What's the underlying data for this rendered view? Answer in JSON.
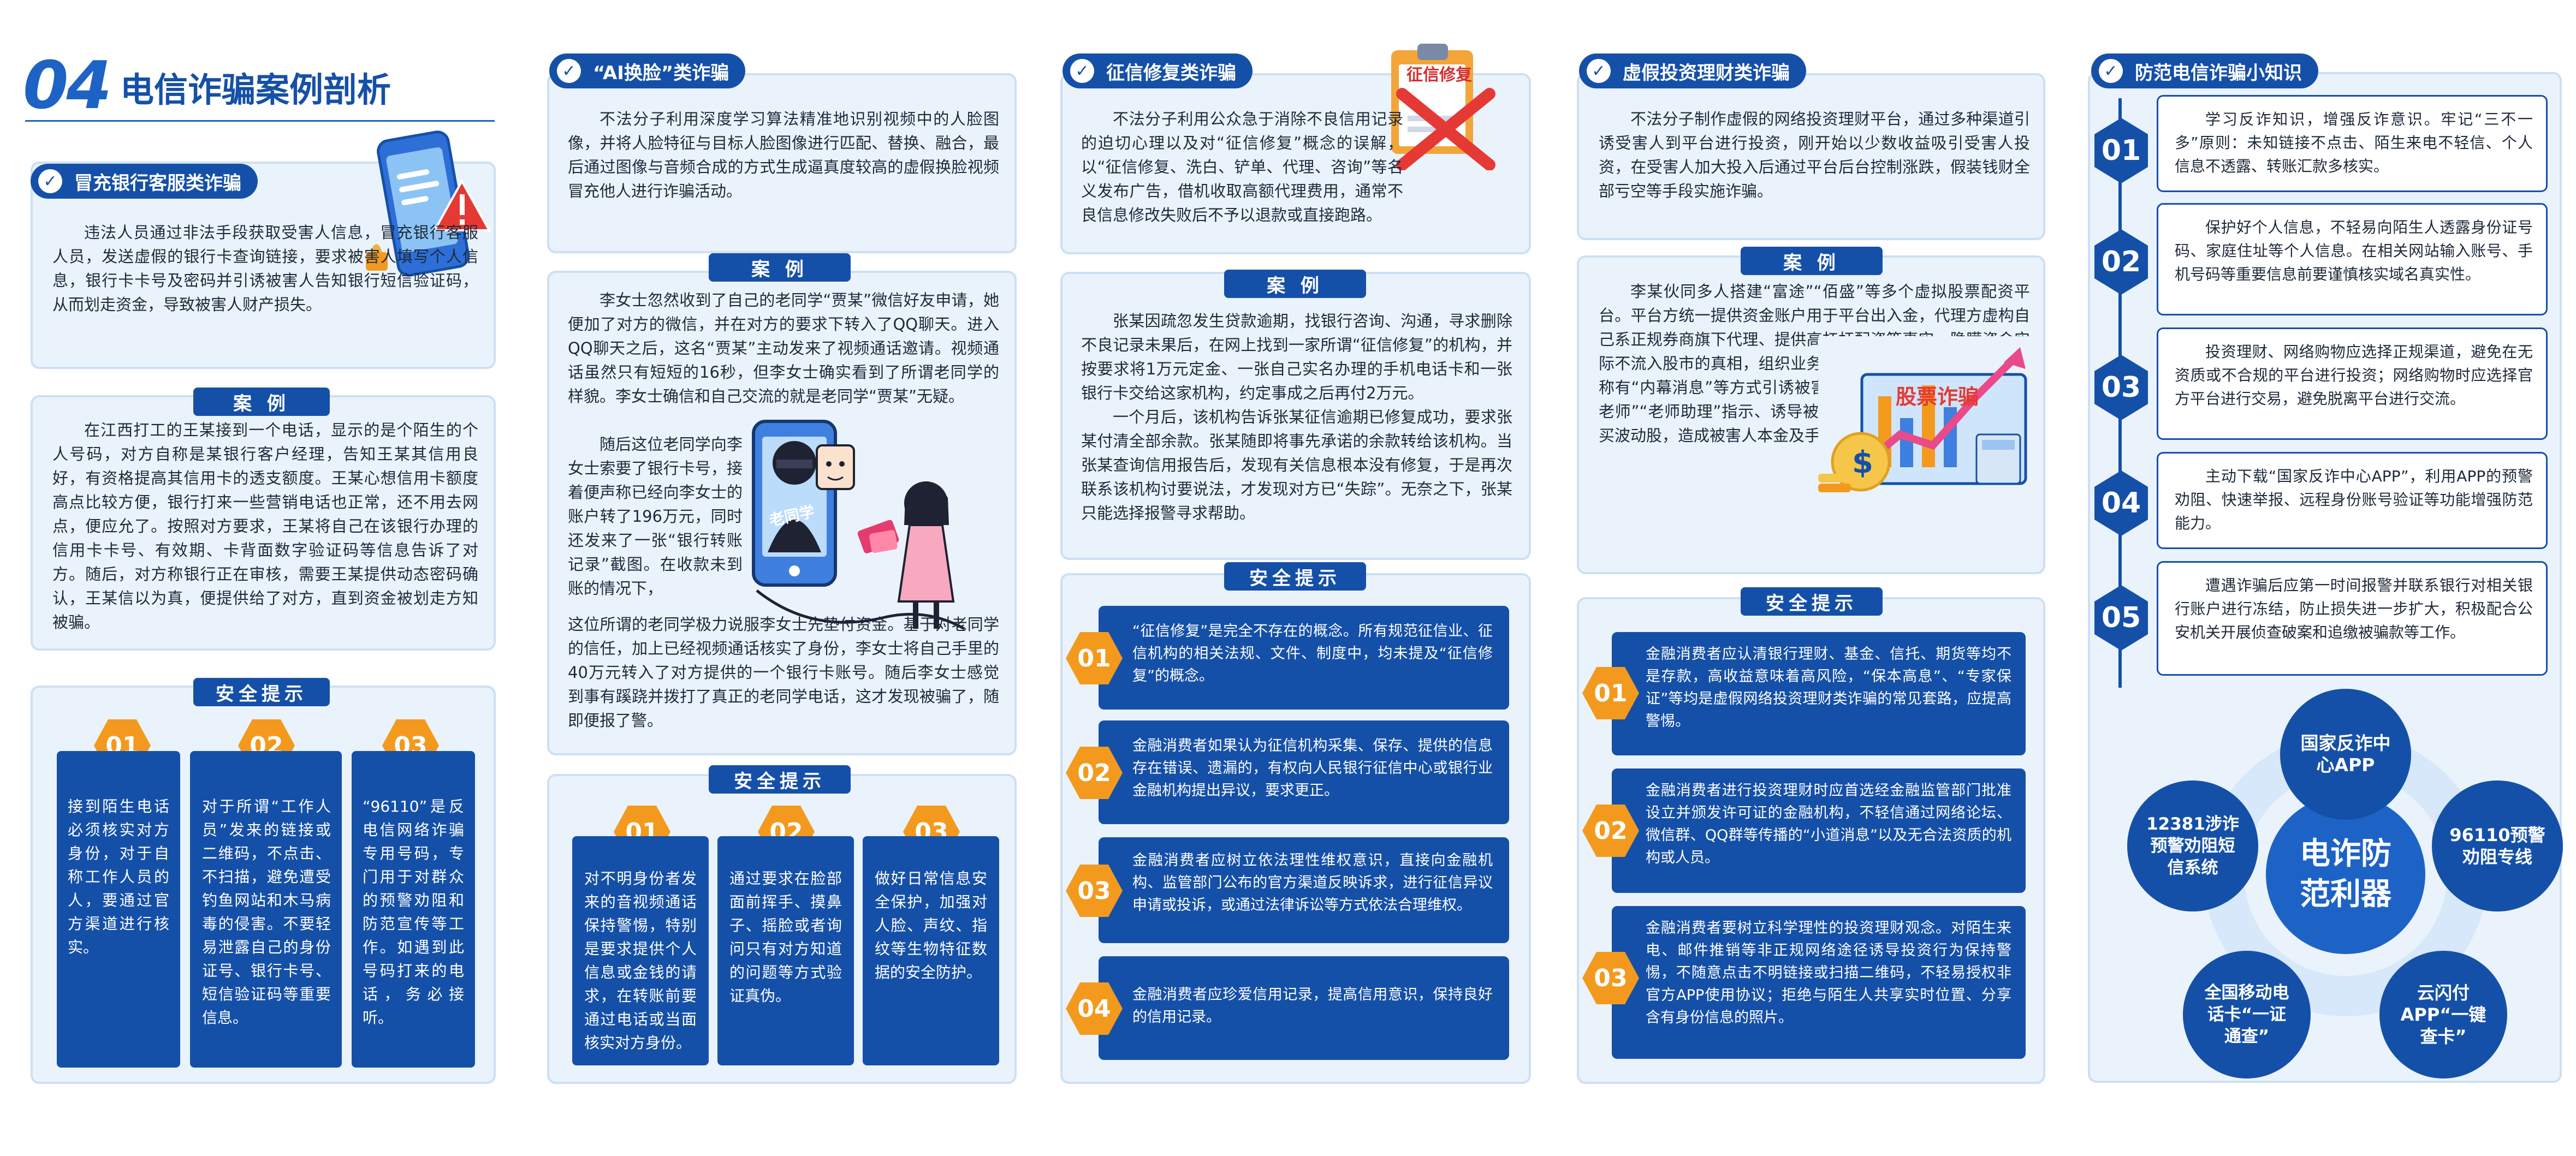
{
  "header": {
    "number": "04",
    "title": "电信诈骗案例剖析"
  },
  "col1": {
    "title": "冒充银行客服类诈骗",
    "intro": "违法人员通过非法手段获取受害人信息，冒充银行客服人员，发送虚假的银行卡查询链接，要求被害人填写个人信息，银行卡卡号及密码并引诱被害人告知银行短信验证码，从而划走资金，导致被害人财产损失。",
    "case_label": "案 例",
    "case_text": "在江西打工的王某接到一个电话，显示的是个陌生的个人号码，对方自称是某银行客户经理，告知王某其信用良好，有资格提高其信用卡的透支额度。王某心想信用卡额度高点比较方便，银行打来一些营销电话也正常，还不用去网点，便应允了。按照对方要求，王某将自己在该银行办理的信用卡卡号、有效期、卡背面数字验证码等信息告诉了对方。随后，对方称银行正在审核，需要王某提供动态密码确认，王某信以为真，便提供给了对方，直到资金被划走方知被骗。",
    "tips_label": "安全提示",
    "tips": [
      {
        "num": "01",
        "text": "接到陌生电话必须核实对方身份，对于自称工作人员的人，要通过官方渠道进行核实。"
      },
      {
        "num": "02",
        "text": "对于所谓“工作人员”发来的链接或二维码，不点击、不扫描，避免遭受钓鱼网站和木马病毒的侵害。不要轻易泄露自己的身份证号、银行卡号、短信验证码等重要信息。"
      },
      {
        "num": "03",
        "text": "“96110”是反电信网络诈骗专用号码，专门用于对群众的预警劝阻和防范宣传等工作。如遇到此号码打来的电话，务必接听。"
      }
    ]
  },
  "col2": {
    "title": "“AI换脸”类诈骗",
    "intro": "不法分子利用深度学习算法精准地识别视频中的人脸图像，并将人脸特征与目标人脸图像进行匹配、替换、融合，最后通过图像与音频合成的方式生成逼真度较高的虚假换脸视频冒充他人进行诈骗活动。",
    "case_label": "案 例",
    "case_p1": "李女士忽然收到了自己的老同学“贾某”微信好友申请，她便加了对方的微信，并在对方的要求下转入了QQ聊天。进入QQ聊天之后，这名“贾某”主动发来了视频通话邀请。视频通话虽然只有短短的16秒，但李女士确实看到了所谓老同学的样貌。李女士确信和自己交流的就是老同学“贾某”无疑。",
    "case_p2a": "随后这位老同学向李女士索要了银行卡号，接着便声称已经向李女士的账户转了196万元，同时还发来了一张“银行转账记录”截图。在收款未到账的情况下，",
    "case_p2b": "这位所谓的老同学极力说服李女士先垫付资金。基于对老同学的信任，加上已经视频通话核实了身份，李女士将自己手里的40万元转入了对方提供的一个银行卡账号。随后李女士感觉到事有蹊跷并拨打了真正的老同学电话，这才发现被骗了，随即便报了警。",
    "illus_label": "老同学",
    "tips_label": "安全提示",
    "tips": [
      {
        "num": "01",
        "text": "对不明身份者发来的音视频通话保持警惕，特别是要求提供个人信息或金钱的请求，在转账前要通过电话或当面核实对方身份。"
      },
      {
        "num": "02",
        "text": "通过要求在脸部面前挥手、摸鼻子、摇脸或者询问只有对方知道的问题等方式验证真伪。"
      },
      {
        "num": "03",
        "text": "做好日常信息安全保护，加强对人脸、声纹、指纹等生物特征数据的安全防护。"
      }
    ]
  },
  "col3": {
    "title": "征信修复类诈骗",
    "stamp": "征信修复",
    "intro": "不法分子利用公众急于消除不良信用记录的迫切心理以及对“征信修复”概念的误解，以“征信修复、洗白、铲单、代理、咨询”等名义发布广告，借机收取高额代理费用，通常不良信息修改失败后不予以退款或直接跑路。",
    "case_label": "案 例",
    "case_p1": "张某因疏忽发生贷款逾期，找银行咨询、沟通，寻求删除不良记录未果后，在网上找到一家所谓“征信修复”的机构，并按要求将1万元定金、一张自己实名办理的手机电话卡和一张银行卡交给这家机构，约定事成之后再付2万元。",
    "case_p2": "一个月后，该机构告诉张某征信逾期已修复成功，要求张某付清全部余款。张某随即将事先承诺的余款转给该机构。当张某查询信用报告后，发现有关信息根本没有修复，于是再次联系该机构讨要说法，才发现对方已“失踪”。无奈之下，张某只能选择报警寻求帮助。",
    "tips_label": "安全提示",
    "tips": [
      {
        "num": "01",
        "text": "“征信修复”是完全不存在的概念。所有规范征信业、征信机构的相关法规、文件、制度中，均未提及“征信修复”的概念。"
      },
      {
        "num": "02",
        "text": "金融消费者如果认为征信机构采集、保存、提供的信息存在错误、遗漏的，有权向人民银行征信中心或银行业金融机构提出异议，要求更正。"
      },
      {
        "num": "03",
        "text": "金融消费者应树立依法理性维权意识，直接向金融机构、监管部门公布的官方渠道反映诉求，进行征信异议申请或投诉，或通过法律诉讼等方式依法合理维权。"
      },
      {
        "num": "04",
        "text": "金融消费者应珍爱信用记录，提高信用意识，保持良好的信用记录。"
      }
    ]
  },
  "col4": {
    "title": "虚假投资理财类诈骗",
    "intro": "不法分子制作虚假的网络投资理财平台，通过多种渠道引诱受害人到平台进行投资，刚开始以少数收益吸引受害人投资，在受害人加大投入后通过平台后台控制涨跌，假装钱财全部亏空等手段实施诈骗。",
    "case_label": "案 例",
    "case_text": "李某伙同多人搭建“富途”“佰盛”等多个虚拟股票配资平台。平台方统一提供资金账户用于平台出入金，代理方虚构自己系正规券商旗下代理、提供高杠杆配资等事实，隐瞒资金实际不流入股市的真相，组织业务员通过发送虚假盈利图片、谎称有“内幕消息”等方式引诱被害人至平台充值，并扮演“荐股老师”“老师助理”指示、诱导被害人反向操作、频繁交易、购买波动股，造成被害人本金及手续费等损失。",
    "illus_label": "股票诈骗",
    "tips_label": "安全提示",
    "tips": [
      {
        "num": "01",
        "text": "金融消费者应认清银行理财、基金、信托、期货等均不是存款，高收益意味着高风险，“保本高息”、“专家保证”等均是虚假网络投资理财类诈骗的常见套路，应提高警惕。"
      },
      {
        "num": "02",
        "text": "金融消费者进行投资理财时应首选经金融监管部门批准设立并颁发许可证的金融机构，不轻信通过网络论坛、微信群、QQ群等传播的“小道消息”以及无合法资质的机构或人员。"
      },
      {
        "num": "03",
        "text": "金融消费者要树立科学理性的投资理财观念。对陌生来电、邮件推销等非正规网络途径诱导投资行为保持警惕，不随意点击不明链接或扫描二维码，不轻易授权非官方APP使用协议；拒绝与陌生人共享实时位置、分享含有身份信息的照片。"
      }
    ]
  },
  "col5": {
    "title": "防范电信诈骗小知识",
    "items": [
      {
        "num": "01",
        "text": "学习反诈知识，增强反诈意识。牢记“三不一多”原则：未知链接不点击、陌生来电不轻信、个人信息不透露、转账汇款多核实。"
      },
      {
        "num": "02",
        "text": "保护好个人信息，不轻易向陌生人透露身份证号码、家庭住址等个人信息。在相关网站输入账号、手机号码等重要信息前要谨慎核实域名真实性。"
      },
      {
        "num": "03",
        "text": "投资理财、网络购物应选择正规渠道，避免在无资质或不合规的平台进行投资；网络购物时应选择官方平台进行交易，避免脱离平台进行交流。"
      },
      {
        "num": "04",
        "text": "主动下载“国家反诈中心APP”，利用APP的预警劝阻、快速举报、远程身份账号验证等功能增强防范能力。"
      },
      {
        "num": "05",
        "text": "遭遇诈骗后应第一时间报警并联系银行对相关银行账户进行冻结，防止损失进一步扩大，积极配合公安机关开展侦查破案和追缴被骗款等工作。"
      }
    ],
    "center": "电诈防范利器",
    "tools": [
      {
        "label": "国家反诈中心APP"
      },
      {
        "label": "96110预警劝阻专线"
      },
      {
        "label": "云闪付APP“一键查卡”"
      },
      {
        "label": "全国移动电话卡“一证通查”"
      },
      {
        "label": "12381涉诈预警劝阻短信系统"
      }
    ]
  }
}
